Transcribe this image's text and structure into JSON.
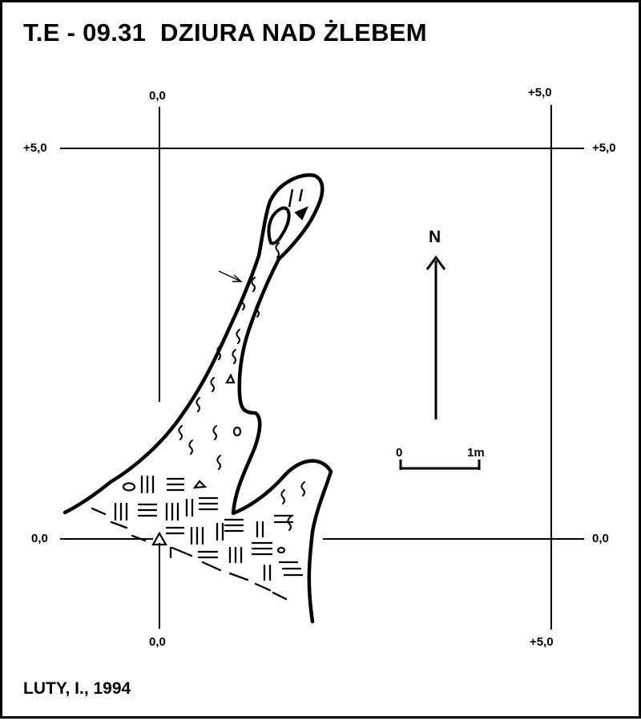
{
  "title": "T.E - 09.31  DZIURA NAD ŻLEBEM",
  "author": "LUTY, I., 1994",
  "grid": {
    "top_left": "0,0",
    "top_right": "+5,0",
    "left_upper": "+5,0",
    "right_upper": "+5,0",
    "left_lower": "0,0",
    "right_lower": "0,0",
    "bottom_left": "0,0",
    "bottom_right": "+5,0"
  },
  "north_label": "N",
  "scale": {
    "start": "0",
    "end": "1m"
  },
  "colors": {
    "ink": "#000000",
    "paper": "#ffffff"
  },
  "icons": [
    "north-arrow-icon",
    "entrance-triangle-icon",
    "scale-bar-icon"
  ]
}
